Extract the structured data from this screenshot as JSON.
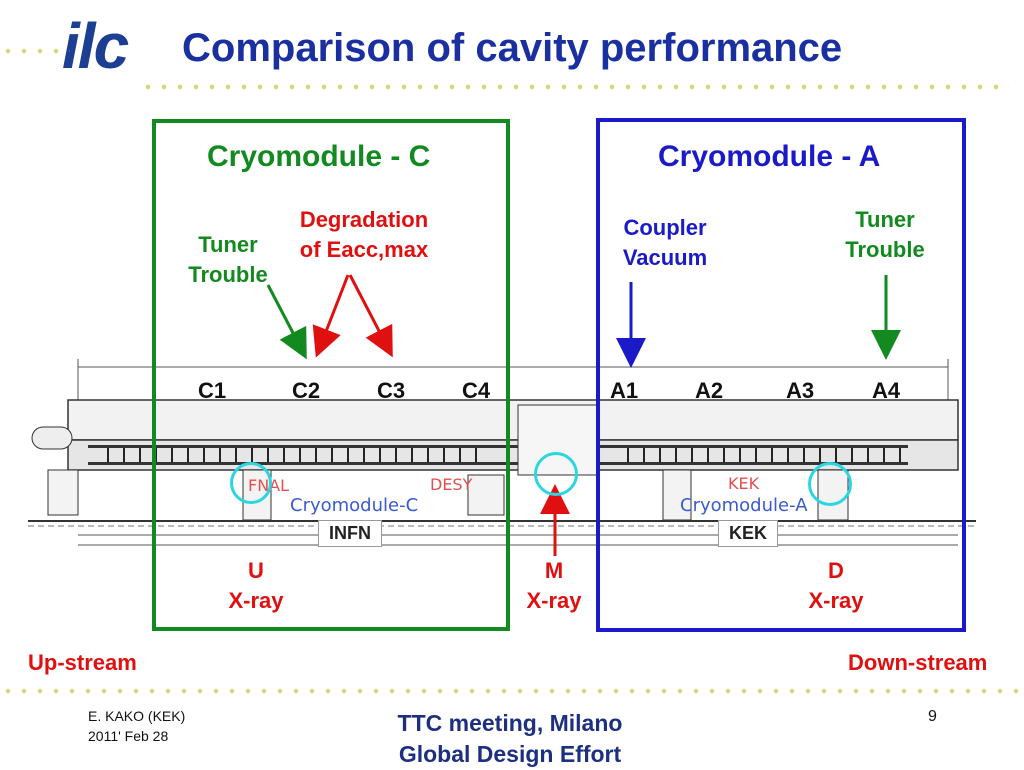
{
  "header": {
    "logo_text": "ilc",
    "title": "Comparison of cavity performance"
  },
  "cryomodule_c": {
    "title": "Cryomodule - C",
    "tuner_trouble": [
      "Tuner",
      "Trouble"
    ],
    "degradation": [
      "Degradation",
      "of Eacc,max"
    ],
    "cavities": [
      "C1",
      "C2",
      "C3",
      "C4"
    ]
  },
  "cryomodule_a": {
    "title": "Cryomodule - A",
    "coupler_vacuum": [
      "Coupler",
      "Vacuum"
    ],
    "tuner_trouble": [
      "Tuner",
      "Trouble"
    ],
    "cavities": [
      "A1",
      "A2",
      "A3",
      "A4"
    ]
  },
  "drawing_labels": {
    "fnal": "FNAL",
    "desy": "DESY",
    "kek_top": "KEK",
    "cryomodule_c_label": "Cryomodule-C",
    "cryomodule_a_label": "Cryomodule-A",
    "infn_tag": "INFN",
    "kek_tag": "KEK"
  },
  "xray": {
    "u": [
      "U",
      "X-ray"
    ],
    "m": [
      "M",
      "X-ray"
    ],
    "d": [
      "D",
      "X-ray"
    ]
  },
  "streams": {
    "up": "Up-stream",
    "down": "Down-stream"
  },
  "footer": {
    "author": "E. KAKO (KEK)",
    "date": "2011' Feb 28",
    "meeting": "TTC meeting, Milano",
    "effort": "Global Design Effort",
    "page": "9"
  },
  "colors": {
    "green": "#138a1f",
    "blue": "#1a1ac8",
    "red": "#e01010",
    "cyan": "#2ad7e0",
    "title_blue": "#1a2fa0"
  }
}
